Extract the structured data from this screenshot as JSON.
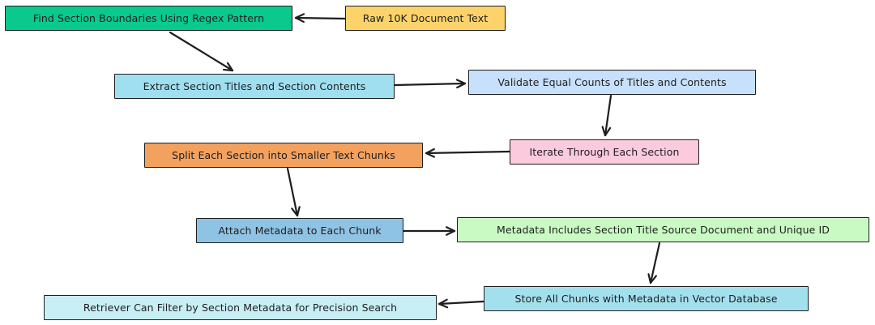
{
  "nodes": [
    {
      "id": "find_boundaries",
      "label": "Find Section Boundaries Using Regex Pattern",
      "color": "#0ac98d"
    },
    {
      "id": "raw_text",
      "label": "Raw 10K Document Text",
      "color": "#fcd36b"
    },
    {
      "id": "extract_titles",
      "label": "Extract Section Titles and Section Contents",
      "color": "#9fdff0"
    },
    {
      "id": "validate_counts",
      "label": "Validate Equal Counts of Titles and Contents",
      "color": "#c7e0fb"
    },
    {
      "id": "iterate_sections",
      "label": "Iterate Through Each Section",
      "color": "#fbcadc"
    },
    {
      "id": "split_sections",
      "label": "Split Each Section into Smaller Text Chunks",
      "color": "#f2a15f"
    },
    {
      "id": "attach_metadata",
      "label": "Attach Metadata to Each Chunk",
      "color": "#8fc3e4"
    },
    {
      "id": "metadata_includes",
      "label": "Metadata Includes Section Title Source Document and Unique ID",
      "color": "#c9fac3"
    },
    {
      "id": "store_chunks",
      "label": "Store All Chunks with Metadata in Vector Database",
      "color": "#a3e0ee"
    },
    {
      "id": "retriever_filter",
      "label": "Retriever Can Filter by Section Metadata for Precision Search",
      "color": "#c8eef6"
    }
  ],
  "edges": [
    {
      "from": "raw_text",
      "to": "find_boundaries"
    },
    {
      "from": "find_boundaries",
      "to": "extract_titles"
    },
    {
      "from": "extract_titles",
      "to": "validate_counts"
    },
    {
      "from": "validate_counts",
      "to": "iterate_sections"
    },
    {
      "from": "iterate_sections",
      "to": "split_sections"
    },
    {
      "from": "split_sections",
      "to": "attach_metadata"
    },
    {
      "from": "attach_metadata",
      "to": "metadata_includes"
    },
    {
      "from": "metadata_includes",
      "to": "store_chunks"
    },
    {
      "from": "store_chunks",
      "to": "retriever_filter"
    }
  ]
}
